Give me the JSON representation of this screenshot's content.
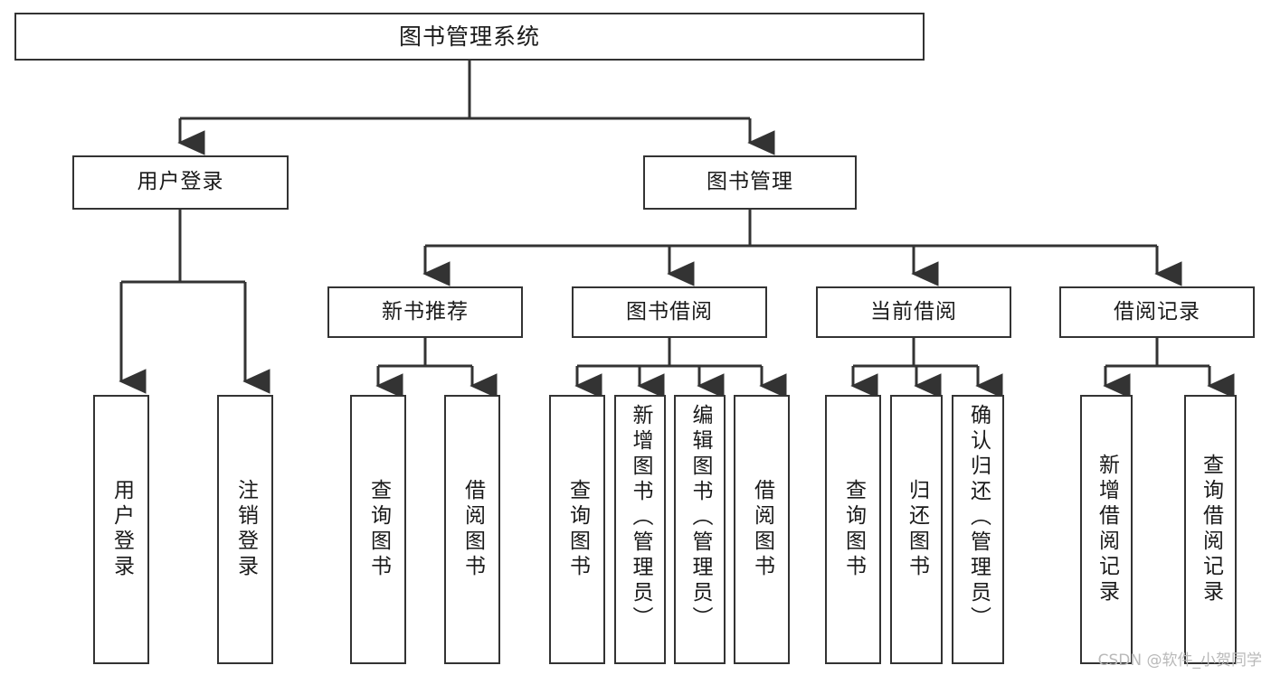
{
  "diagram": {
    "title": "图书管理系统",
    "type": "tree-hierarchy-diagram",
    "watermark": "CSDN @软件_小贺同学",
    "colors": {
      "box_border": "#333333",
      "box_fill": "#ffffff",
      "edge": "#333333",
      "text": "#1a1a1a",
      "watermark": "#b9b9b9"
    },
    "nodes": {
      "root": {
        "label": "图书管理系统"
      },
      "level2": [
        {
          "id": "user-login",
          "label": "用户登录"
        },
        {
          "id": "book-management",
          "label": "图书管理"
        }
      ],
      "level3": [
        {
          "id": "new-book-recommend",
          "label": "新书推荐"
        },
        {
          "id": "book-borrow",
          "label": "图书借阅"
        },
        {
          "id": "current-borrow",
          "label": "当前借阅"
        },
        {
          "id": "borrow-record",
          "label": "借阅记录"
        }
      ],
      "leaves": {
        "user_login": [
          {
            "id": "leaf-user-login",
            "label": "用户登录"
          },
          {
            "id": "leaf-logout-login",
            "label": "注销登录"
          }
        ],
        "new_book_recommend": [
          {
            "id": "leaf-query-book-1",
            "label": "查询图书"
          },
          {
            "id": "leaf-borrow-book-1",
            "label": "借阅图书"
          }
        ],
        "book_borrow": [
          {
            "id": "leaf-query-book-2",
            "label": "查询图书"
          },
          {
            "id": "leaf-add-book-admin",
            "label": "新增图书（管理员）"
          },
          {
            "id": "leaf-edit-book-admin",
            "label": "编辑图书（管理员）"
          },
          {
            "id": "leaf-borrow-book-2",
            "label": "借阅图书"
          }
        ],
        "current_borrow": [
          {
            "id": "leaf-query-book-3",
            "label": "查询图书"
          },
          {
            "id": "leaf-return-book",
            "label": "归还图书"
          },
          {
            "id": "leaf-confirm-return-admin",
            "label": "确认归还（管理员）"
          }
        ],
        "borrow_record": [
          {
            "id": "leaf-add-borrow-record",
            "label": "新增借阅记录"
          },
          {
            "id": "leaf-query-borrow-record",
            "label": "查询借阅记录"
          }
        ]
      }
    }
  }
}
